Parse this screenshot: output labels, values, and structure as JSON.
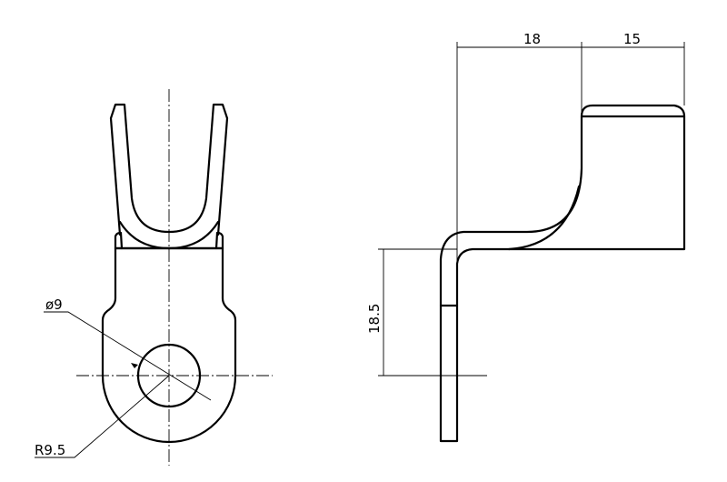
{
  "drawing": {
    "front_view": {
      "hole_diameter_label": "ø9",
      "outer_radius_label": "R9.5"
    },
    "side_view": {
      "width_left_label": "18",
      "width_right_label": "15",
      "height_label": "18.5"
    }
  }
}
